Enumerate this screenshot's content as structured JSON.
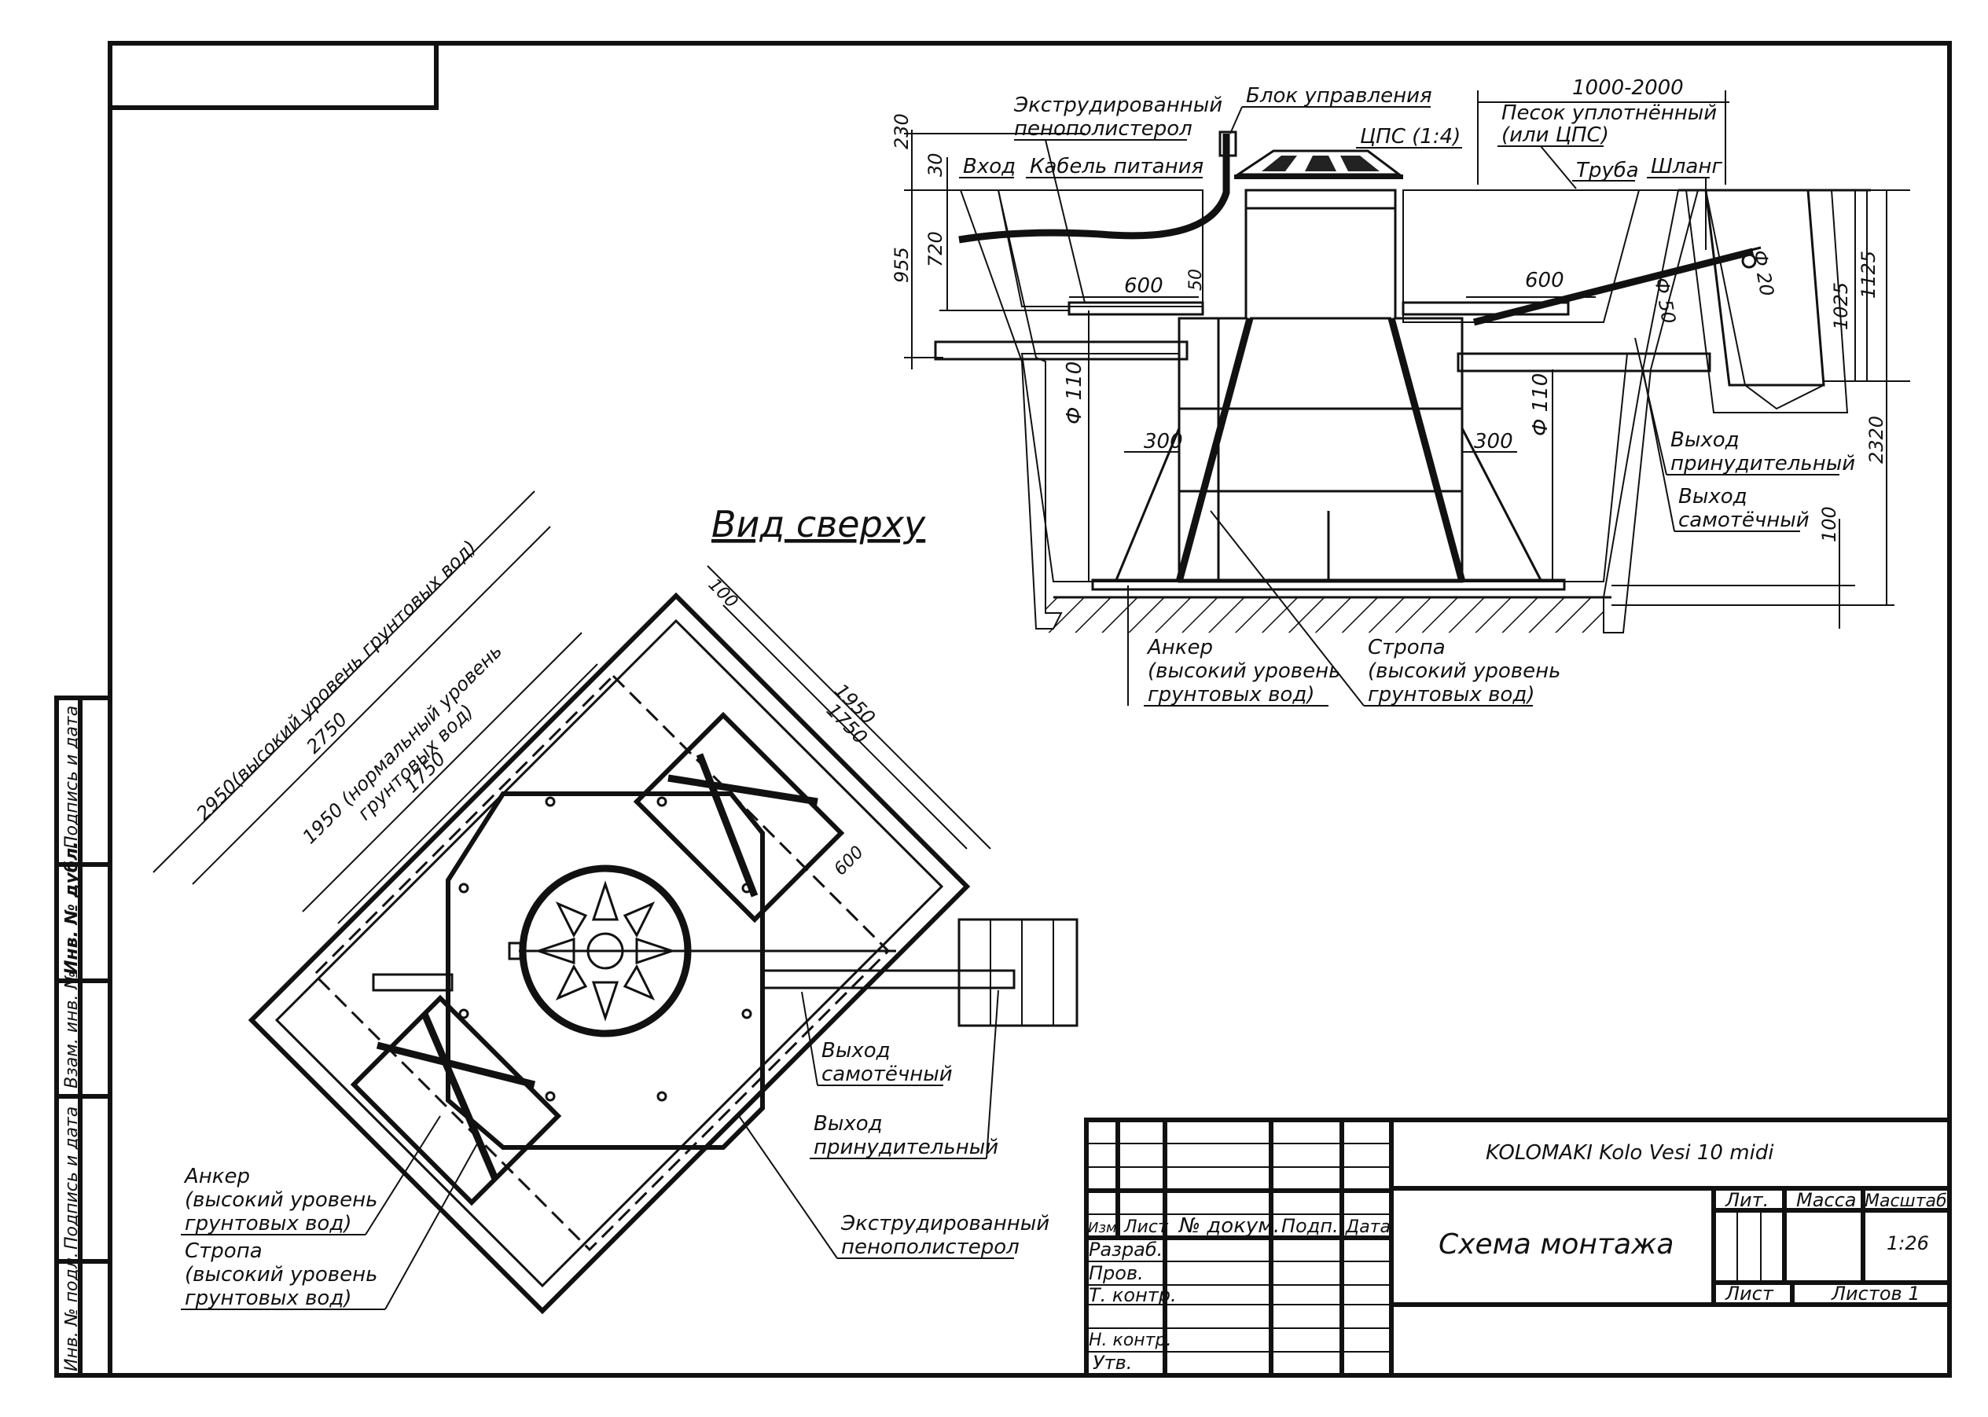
{
  "sheet": {
    "stamp_side": {
      "signature_date_1": "Подпись и дата",
      "inv_dubl": "Инв. № дубл.",
      "vzam_inv": "Взам. инв. №",
      "signature_date_2": "Подпись и дата",
      "inv_podl": "Инв. № подл."
    }
  },
  "section": {
    "labels": {
      "xps": [
        "Экструдированный",
        "пенополистерол"
      ],
      "control_block": "Блок управления",
      "cps": "ЦПС (1:4)",
      "inlet": "Вход",
      "power_cable": "Кабель питания",
      "sand": [
        "Песок уплотнённый",
        "(или ЦПС)"
      ],
      "pipe": "Труба",
      "hose": "Шланг",
      "outlet_forced": [
        "Выход",
        "принудительный"
      ],
      "outlet_gravity": [
        "Выход",
        "самотёчный"
      ],
      "anchor": [
        "Анкер",
        "(высокий уровень",
        "грунтовых вод)"
      ],
      "sling": [
        "Стропа",
        "(высокий уровень",
        "грунтовых вод)"
      ]
    },
    "dims": {
      "d230": "230",
      "d30": "30",
      "d955": "955",
      "d720": "720",
      "d600a": "600",
      "d50": "50",
      "d600b": "600",
      "d1000_2000": "1000-2000",
      "d1025": "1025",
      "d1125": "1125",
      "d2320": "2320",
      "d100": "100",
      "d300a": "300",
      "d300b": "300",
      "phi110a": "Ф 110",
      "phi110b": "Ф 110",
      "phi50": "Ф 50",
      "phi20": "Ф 20"
    }
  },
  "plan": {
    "title": "Вид сверху",
    "dims": {
      "d2950": "2950(высокий уровень грунтовых вод)",
      "d2750": "2750",
      "d1950n": "1950 (нормальный уровень",
      "d1950n_b": "грунтовых вод)",
      "d1750a": "1750",
      "d1950": "1950",
      "d1750b": "1750",
      "d100": "100",
      "d600": "600"
    },
    "labels": {
      "outlet_gravity": [
        "Выход",
        "самотёчный"
      ],
      "outlet_forced": [
        "Выход",
        "принудительный"
      ],
      "xps": [
        "Экструдированный",
        "пенополистерол"
      ],
      "anchor": [
        "Анкер",
        "(высокий уровень",
        "грунтовых вод)"
      ],
      "sling": [
        "Стропа",
        "(высокий уровень",
        "грунтовых вод)"
      ]
    }
  },
  "title_block": {
    "product": "KOLOMAKI Kolo Vesi 10 midi",
    "drawing_title": "Схема монтажа",
    "headers": {
      "izm": "Изм.",
      "list": "Лист",
      "doc": "№ докум.",
      "sign": "Подп.",
      "date": "Дата"
    },
    "roles": {
      "razrab": "Разраб.",
      "prov": "Пров.",
      "tkontr": "Т. контр.",
      "nkontr": "Н. контр.",
      "utv": "Утв."
    },
    "lit": "Лит.",
    "mass": "Масса",
    "scale_label": "Масштаб",
    "scale": "1:26",
    "sheet_label": "Лист",
    "sheets_label": "Листов 1"
  }
}
